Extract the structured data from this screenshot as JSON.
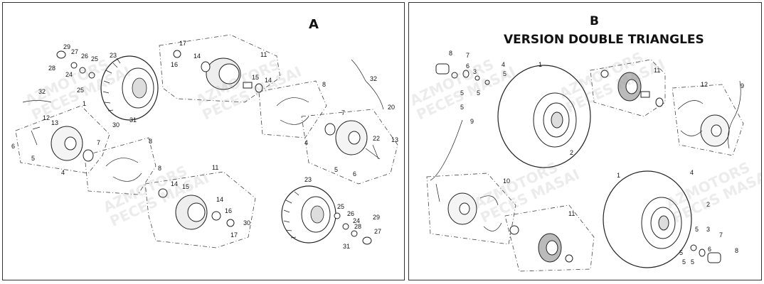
{
  "panel_a": {
    "title": "A",
    "watermark_line1": "AZMOTORS",
    "watermark_line2": "PECES MASAI",
    "callouts": [
      "29",
      "27",
      "26",
      "25",
      "23",
      "28",
      "24",
      "25",
      "32",
      "31",
      "30",
      "1",
      "12",
      "13",
      "6",
      "5",
      "7",
      "4",
      "8",
      "17",
      "16",
      "14",
      "11",
      "15",
      "14",
      "8",
      "32",
      "20",
      "7",
      "4",
      "22",
      "13",
      "5",
      "6",
      "8",
      "14",
      "15",
      "11",
      "14",
      "16",
      "17",
      "30",
      "23",
      "25",
      "26",
      "24",
      "28",
      "29",
      "27",
      "31"
    ]
  },
  "panel_b": {
    "title": "B",
    "subtitle": "VERSION DOUBLE TRIANGLES",
    "watermark_line1": "AZMOTORS",
    "watermark_line2": "PECES MASAI",
    "callouts": [
      "8",
      "7",
      "6",
      "3",
      "4",
      "5",
      "5",
      "5",
      "5",
      "1",
      "11",
      "12",
      "9",
      "2",
      "9",
      "10",
      "1",
      "4",
      "2",
      "11",
      "5",
      "3",
      "7",
      "5",
      "6",
      "8",
      "5",
      "5"
    ]
  }
}
